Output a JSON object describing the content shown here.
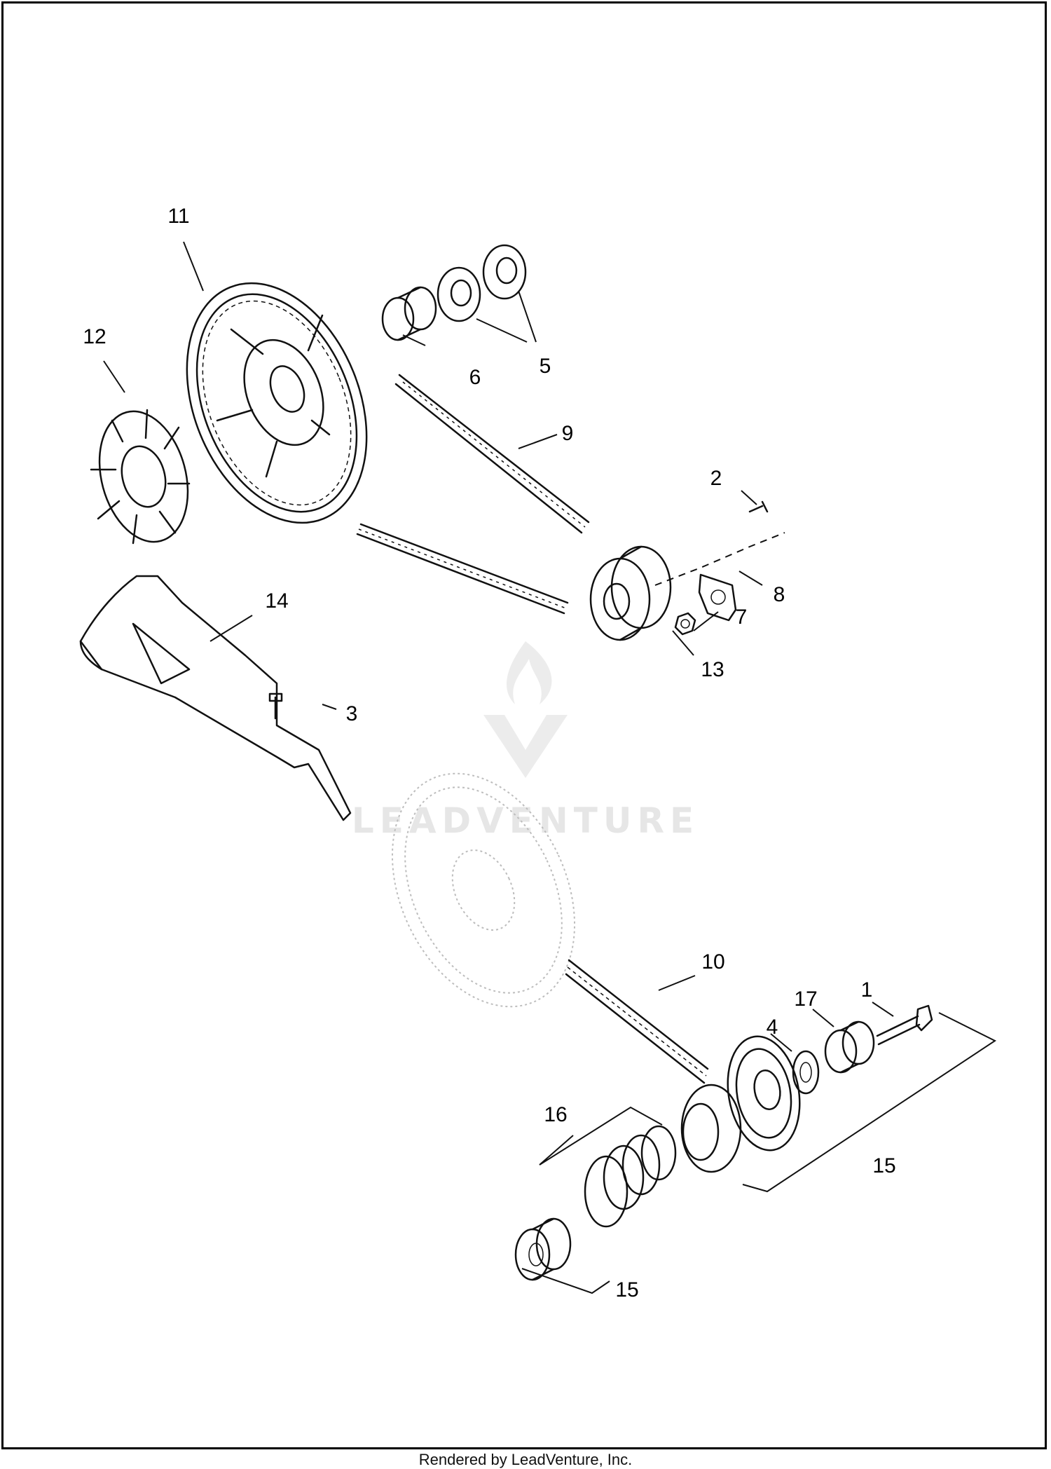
{
  "diagram": {
    "callouts": {
      "c1": "1",
      "c2": "2",
      "c3": "3",
      "c4": "4",
      "c5": "5",
      "c6": "6",
      "c7": "7",
      "c8": "8",
      "c9": "9",
      "c10": "10",
      "c11": "11",
      "c12": "12",
      "c13": "13",
      "c14": "14",
      "c15a": "15",
      "c15b": "15",
      "c16": "16",
      "c17": "17"
    }
  },
  "watermark": {
    "text": "LEADVENTURE"
  },
  "footer": {
    "text": "Rendered by LeadVenture, Inc."
  }
}
